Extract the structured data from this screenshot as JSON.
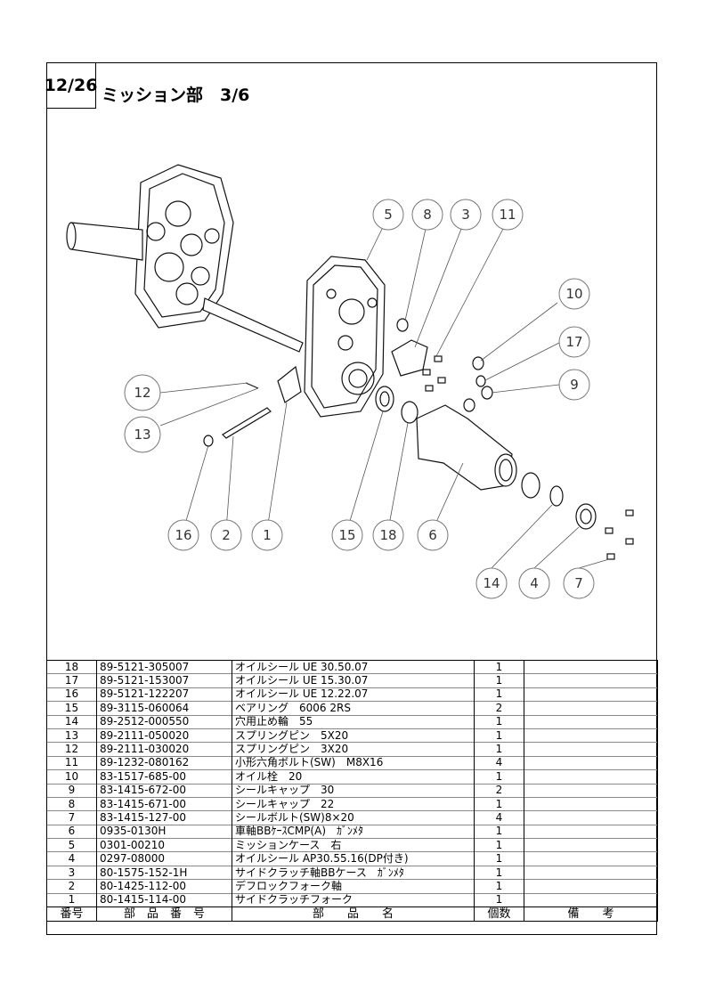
{
  "page": {
    "page_no": "12/26",
    "title": "ミッション部　3/6"
  },
  "callouts": [
    "5",
    "8",
    "3",
    "11",
    "10",
    "17",
    "9",
    "12",
    "13",
    "16",
    "2",
    "1",
    "15",
    "18",
    "6",
    "14",
    "4",
    "7"
  ],
  "parts_table": {
    "rows": [
      {
        "no": "18",
        "part_no": "89-5121-305007",
        "name": "オイルシール UE 30.50.07",
        "qty": "1",
        "remarks": ""
      },
      {
        "no": "17",
        "part_no": "89-5121-153007",
        "name": "オイルシール UE 15.30.07",
        "qty": "1",
        "remarks": ""
      },
      {
        "no": "16",
        "part_no": "89-5121-122207",
        "name": "オイルシール UE 12.22.07",
        "qty": "1",
        "remarks": ""
      },
      {
        "no": "15",
        "part_no": "89-3115-060064",
        "name": "ベアリング　6006 2RS",
        "qty": "2",
        "remarks": ""
      },
      {
        "no": "14",
        "part_no": "89-2512-000550",
        "name": "穴用止め輪　55",
        "qty": "1",
        "remarks": ""
      },
      {
        "no": "13",
        "part_no": "89-2111-050020",
        "name": "スプリングピン　5X20",
        "qty": "1",
        "remarks": ""
      },
      {
        "no": "12",
        "part_no": "89-2111-030020",
        "name": "スプリングピン　3X20",
        "qty": "1",
        "remarks": ""
      },
      {
        "no": "11",
        "part_no": "89-1232-080162",
        "name": "小形六角ボルト(SW)　M8X16",
        "qty": "4",
        "remarks": ""
      },
      {
        "no": "10",
        "part_no": "83-1517-685-00",
        "name": "オイル栓　20",
        "qty": "1",
        "remarks": ""
      },
      {
        "no": "9",
        "part_no": "83-1415-672-00",
        "name": "シールキャップ　30",
        "qty": "2",
        "remarks": ""
      },
      {
        "no": "8",
        "part_no": "83-1415-671-00",
        "name": "シールキャップ　22",
        "qty": "1",
        "remarks": ""
      },
      {
        "no": "7",
        "part_no": "83-1415-127-00",
        "name": "シールボルト(SW)8×20",
        "qty": "4",
        "remarks": ""
      },
      {
        "no": "6",
        "part_no": "0935-0130H",
        "name": "車軸BBｹｰｽCMP(A)　ｶﾞﾝﾒﾀ",
        "qty": "1",
        "remarks": ""
      },
      {
        "no": "5",
        "part_no": "0301-00210",
        "name": "ミッションケース　右",
        "qty": "1",
        "remarks": ""
      },
      {
        "no": "4",
        "part_no": "0297-08000",
        "name": "オイルシール AP30.55.16(DP付き)",
        "qty": "1",
        "remarks": ""
      },
      {
        "no": "3",
        "part_no": "80-1575-152-1H",
        "name": "サイドクラッチ軸BBケース　ｶﾞﾝﾒﾀ",
        "qty": "1",
        "remarks": ""
      },
      {
        "no": "2",
        "part_no": "80-1425-112-00",
        "name": "デフロックフォーク軸",
        "qty": "1",
        "remarks": ""
      },
      {
        "no": "1",
        "part_no": "80-1415-114-00",
        "name": "サイドクラッチフォーク",
        "qty": "1",
        "remarks": ""
      }
    ],
    "header": {
      "no": "番号",
      "part_no": "部　品　番　号",
      "name": "部　　品　　名",
      "qty": "個数",
      "remarks": "備　　考"
    }
  }
}
